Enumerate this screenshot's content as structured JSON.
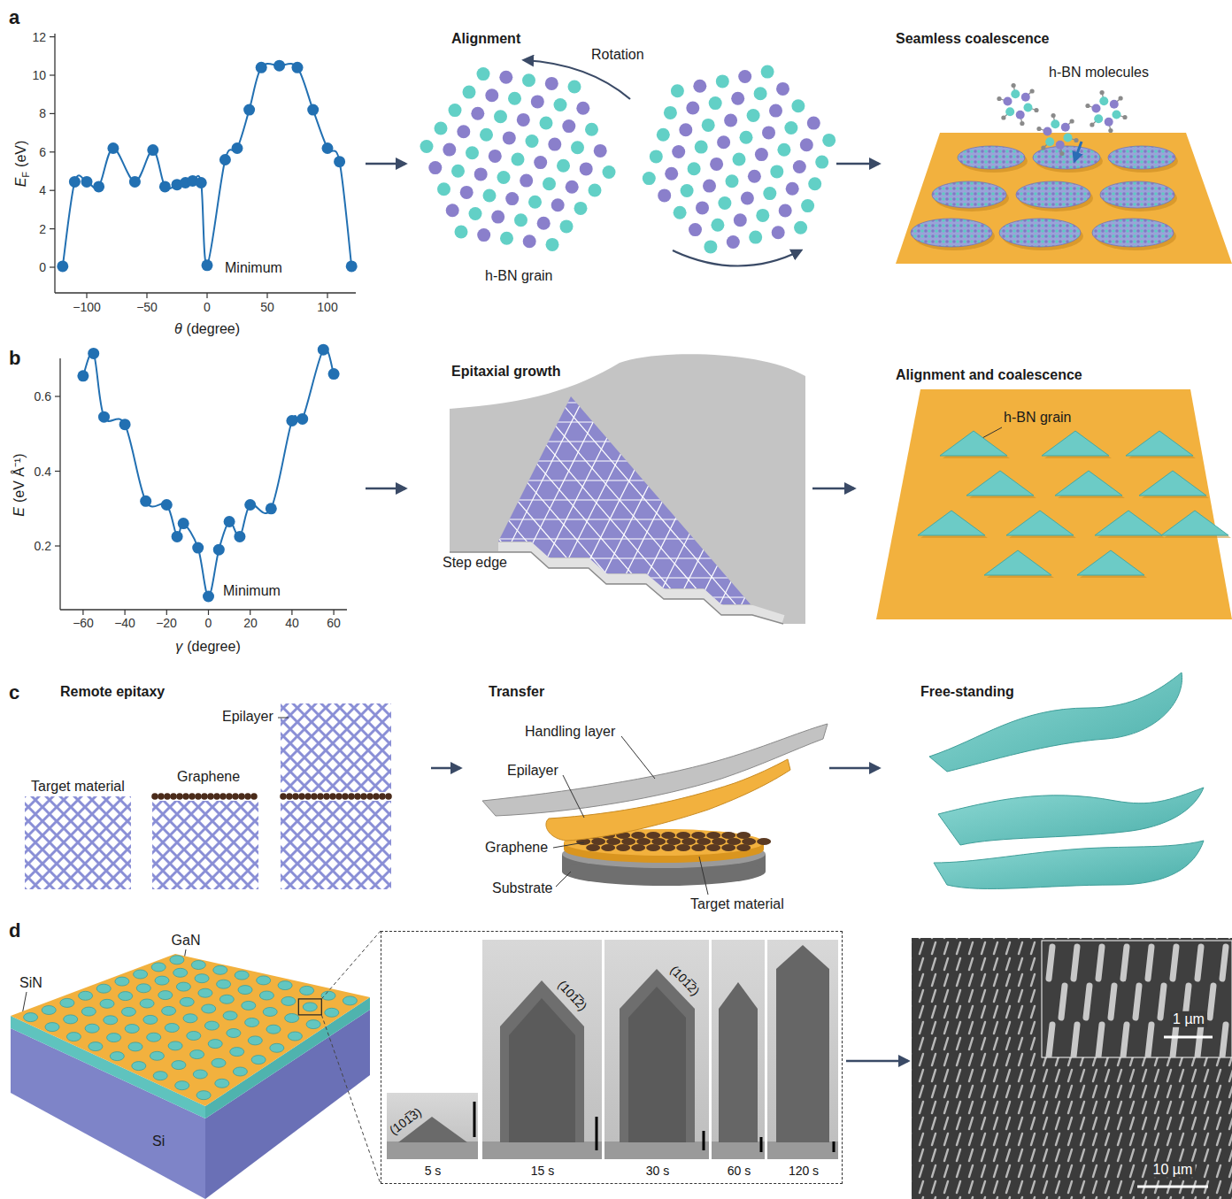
{
  "diagram": {
    "nodes": [
      {
        "text": [
          "(101̅3)",
          "5 s",
          "(101̅2)",
          "15 s",
          "(101̅2)",
          "30 s",
          "60 s",
          "120 s"
        ]
      },
      {
        "text": [
          "10 µm"
        ]
      },
      {
        "text": [
          "1 µm"
        ],
        "in": 1
      }
    ],
    "edges": [
      {
        "from": 0,
        "to": 1,
        "arrow": "to"
      }
    ],
    "labels": [
      "a",
      "E",
      "F",
      "(eV)",
      "0",
      "2",
      "4",
      "6",
      "8",
      "10",
      "12",
      "−100",
      "−50",
      "0",
      "50",
      "100",
      "θ",
      "(degree)",
      "Minimum",
      "Alignment",
      "Rotation",
      "h-BN grain",
      "Seamless coalescence",
      "h-BN molecules",
      "b",
      "E",
      "(eV Å⁻¹)",
      "0.2",
      "0.4",
      "0.6",
      "−60",
      "−40",
      "−20",
      "0",
      "20",
      "40",
      "60",
      "γ",
      "(degree)",
      "Minimum",
      "Epitaxial growth",
      "Step edge",
      "Alignment and coalescence",
      "h-BN grain",
      "c",
      "Remote epitaxy",
      "Epilayer",
      "Graphene",
      "Target material",
      "Transfer",
      "Handling layer",
      "Epilayer",
      "Graphene",
      "Substrate",
      "Target material",
      "Free-standing",
      "d",
      "GaN",
      "SiN",
      "Si"
    ]
  }
}
